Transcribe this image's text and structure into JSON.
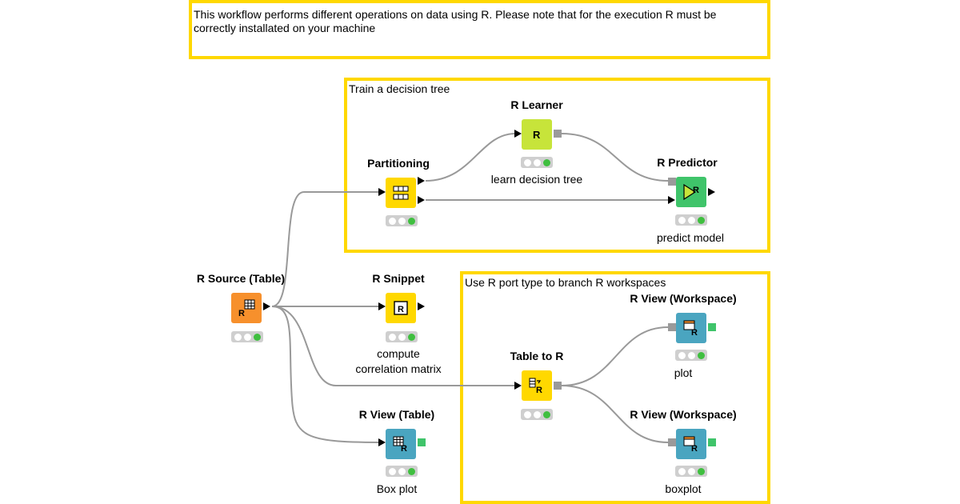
{
  "annotations": [
    {
      "id": "intro",
      "text": "This workflow performs different operations on data using R. Please note that for the execution R must be correctly installated on your machine"
    },
    {
      "id": "train",
      "text": "Train a decision tree"
    },
    {
      "id": "branch",
      "text": "Use R port type to branch R workspaces"
    }
  ],
  "nodes": {
    "r_source": {
      "title": "R Source (Table)",
      "comment": "",
      "icon": "r-source-table-icon",
      "color": "#f7902c"
    },
    "partitioning": {
      "title": "Partitioning",
      "comment": "",
      "icon": "partitioning-icon",
      "color": "#ffd800"
    },
    "r_learner": {
      "title": "R Learner",
      "comment": "learn decision tree",
      "icon": "r-learner-icon",
      "color": "#c7e43a"
    },
    "r_predictor": {
      "title": "R Predictor",
      "comment": "predict model",
      "icon": "r-predictor-icon",
      "color": "#3fc46a"
    },
    "r_snippet": {
      "title": "R Snippet",
      "comment_line1": "compute",
      "comment_line2": "correlation matrix",
      "icon": "r-snippet-icon",
      "color": "#ffd800"
    },
    "table_to_r": {
      "title": "Table to R",
      "comment": "",
      "icon": "table-to-r-icon",
      "color": "#ffd800"
    },
    "r_view_workspace_1": {
      "title": "R View (Workspace)",
      "comment": "plot",
      "icon": "r-view-workspace-icon",
      "color": "#4aa5c0"
    },
    "r_view_workspace_2": {
      "title": "R View (Workspace)",
      "comment": "boxplot",
      "icon": "r-view-workspace-icon",
      "color": "#4aa5c0"
    },
    "r_view_table": {
      "title": "R View (Table)",
      "comment": "Box plot",
      "icon": "r-view-table-icon",
      "color": "#4aa5c0"
    }
  },
  "status": {
    "traffic_light": "green"
  }
}
